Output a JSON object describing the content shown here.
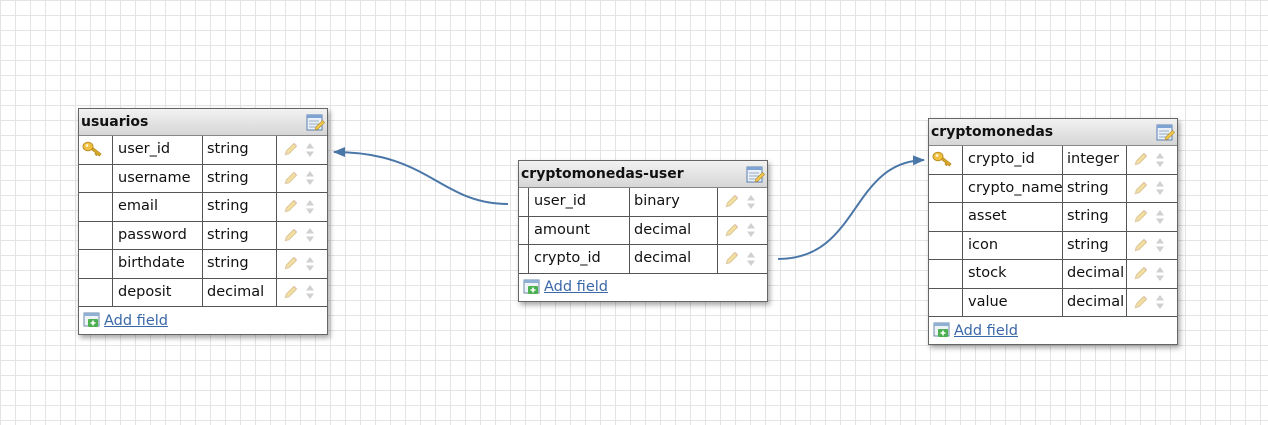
{
  "tables": {
    "usuarios": {
      "name": "usuarios",
      "fields": [
        {
          "name": "user_id",
          "type": "string",
          "key": true
        },
        {
          "name": "username",
          "type": "string"
        },
        {
          "name": "email",
          "type": "string"
        },
        {
          "name": "password",
          "type": "string"
        },
        {
          "name": "birthdate",
          "type": "string"
        },
        {
          "name": "deposit",
          "type": "decimal"
        }
      ],
      "add_field": "Add field"
    },
    "cryptomonedas_user": {
      "name": "cryptomonedas-user",
      "fields": [
        {
          "name": "user_id",
          "type": "binary"
        },
        {
          "name": "amount",
          "type": "decimal"
        },
        {
          "name": "crypto_id",
          "type": "decimal"
        }
      ],
      "add_field": "Add field"
    },
    "cryptomonedas": {
      "name": "cryptomonedas",
      "fields": [
        {
          "name": "crypto_id",
          "type": "integer",
          "key": true
        },
        {
          "name": "crypto_name",
          "type": "string"
        },
        {
          "name": "asset",
          "type": "string"
        },
        {
          "name": "icon",
          "type": "string"
        },
        {
          "name": "stock",
          "type": "decimal"
        },
        {
          "name": "value",
          "type": "decimal"
        }
      ],
      "add_field": "Add field"
    }
  },
  "colors": {
    "link": "#4a77a8",
    "key": "#e3b43a",
    "header": "#d8d8d8"
  }
}
